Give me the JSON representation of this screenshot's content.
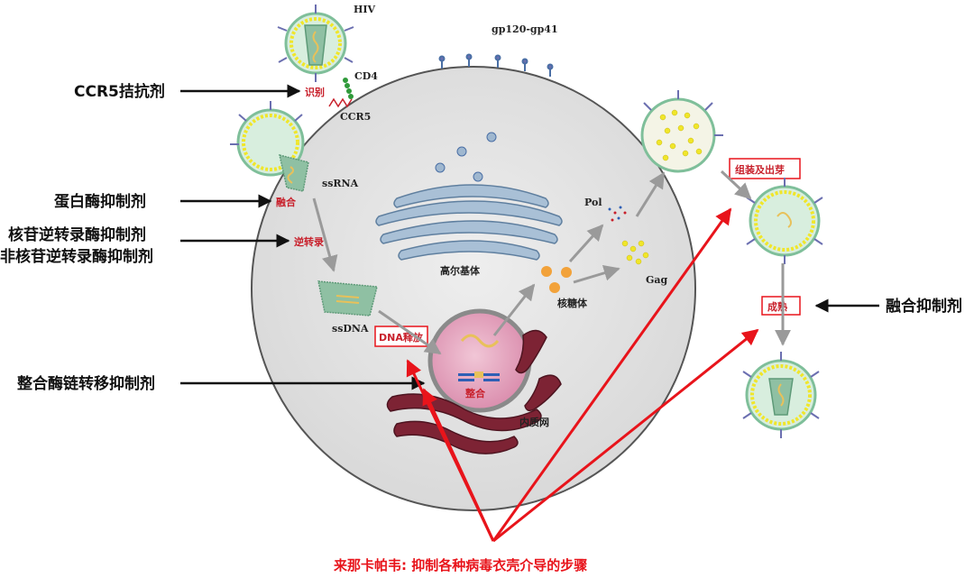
{
  "labels": {
    "hiv": "HIV",
    "gp": "gp120-gp41",
    "cd4": "CD4",
    "ccr5": "CCR5",
    "ssrna": "ssRNA",
    "ssdna": "ssDNA",
    "golgi": "高尔基体",
    "ribosome": "核糖体",
    "pol": "Pol",
    "gag": "Gag",
    "er": "内质网"
  },
  "steps": {
    "recognition": "识别",
    "fusion": "融合",
    "reverse_transcription": "逆转录",
    "dna_release": "DNA释放",
    "integration": "整合",
    "assembly_budding": "组装及出芽",
    "maturation": "成熟"
  },
  "drugs": {
    "ccr5_antagonist": "CCR5拮抗剂",
    "protease_inhibitor": "蛋白酶抑制剂",
    "nrti": "核苷逆转录酶抑制剂",
    "nnrti": "非核苷逆转录酶抑制剂",
    "integrase_inhibitor": "整合酶链转移抑制剂",
    "fusion_inhibitor": "融合抑制剂"
  },
  "caption": "来那卡帕韦: 抑制各种病毒衣壳介导的步骤",
  "colors": {
    "cell_fill": "#e6e6e6",
    "cell_stroke": "#555555",
    "virus_membrane": "#7fbf9a",
    "virus_inner": "#d8eede",
    "lipid_bead": "#f0e62a",
    "capsid": "#8fc0a3",
    "nucleus": "#e8a7c1",
    "golgi": "#7a98b8",
    "er": "#7d2334",
    "ribosome": "#f2a23a",
    "highlight_red": "#e8141b",
    "arrow_gray": "#9a9a9a"
  }
}
